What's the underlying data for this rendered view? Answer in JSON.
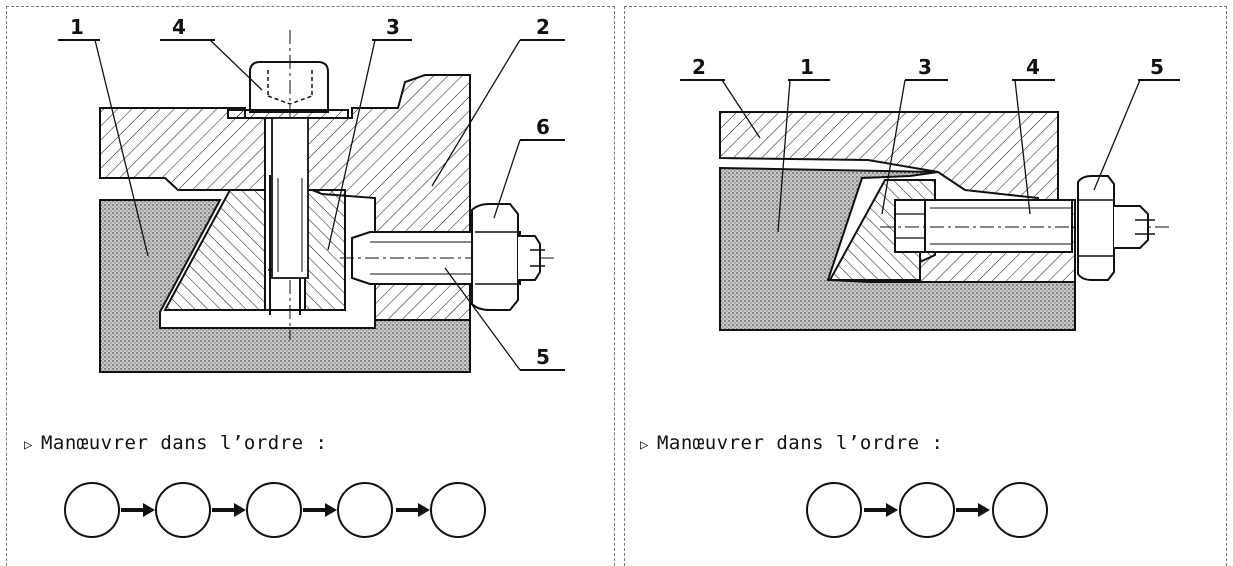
{
  "left": {
    "labels": [
      "1",
      "4",
      "3",
      "2",
      "6",
      "5"
    ],
    "instruction": "Manœuvrer dans l’ordre :",
    "sequence_count": 5
  },
  "right": {
    "labels": [
      "2",
      "1",
      "3",
      "4",
      "5"
    ],
    "instruction": "Manœuvrer dans l’ordre :",
    "sequence_count": 3
  },
  "colors": {
    "ink": "#111111",
    "fill": "#bdbdbd",
    "border": "#777777"
  }
}
